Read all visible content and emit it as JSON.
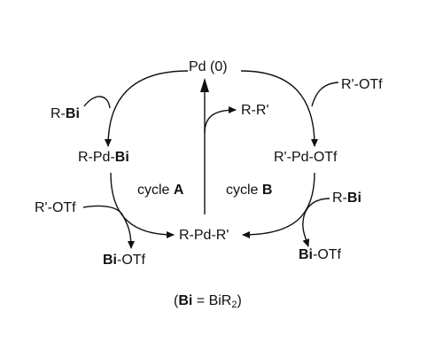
{
  "species": {
    "pd0": "Pd (0)",
    "pd0_pre": "",
    "r_r": "R-R'",
    "r_prefix": "R-",
    "bi": "Bi",
    "rpdbi_pre": "R-Pd-",
    "rprime_otf": "R'-OTf",
    "rprime_pd_otf": "R'-Pd-OTf",
    "otf_suffix": "-OTf",
    "r_pd_r": "R-Pd-R'"
  },
  "cycles": {
    "a_prefix": "cycle ",
    "a_letter": "A",
    "b_prefix": "cycle ",
    "b_letter": "B"
  },
  "footnote": {
    "open": "(",
    "bi": "Bi",
    "eq": " = BiR",
    "sub": "2",
    "close": ")"
  }
}
